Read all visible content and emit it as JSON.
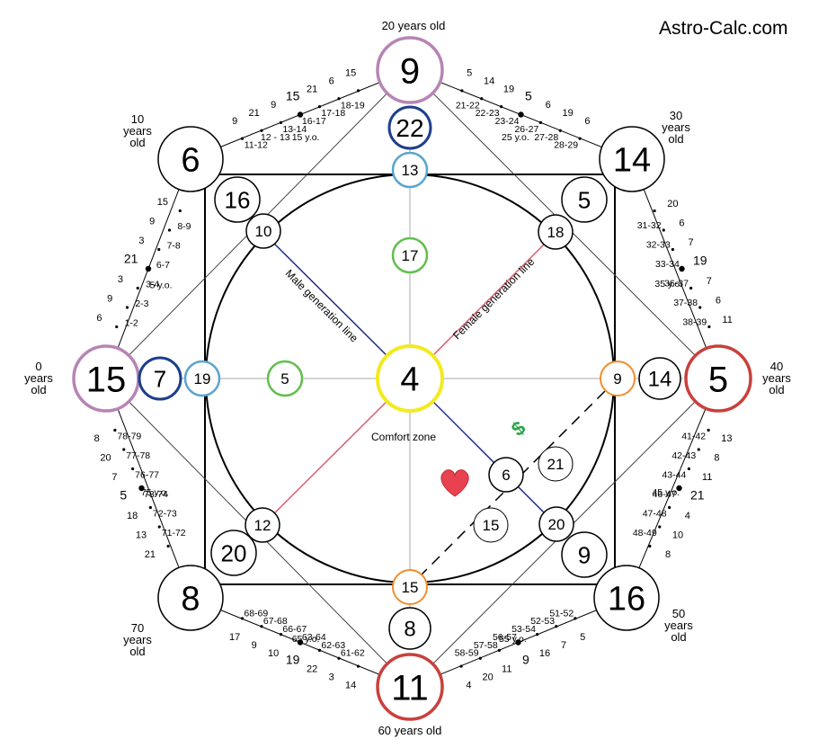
{
  "brand": "Astro-Calc.com",
  "ages": {
    "top": "20 years old",
    "bottom": "60 years old",
    "left": [
      "0",
      "years",
      "old"
    ],
    "right": [
      "40",
      "years",
      "old"
    ],
    "top_left": [
      "10",
      "years",
      "old"
    ],
    "top_right": [
      "30",
      "years",
      "old"
    ],
    "bottom_left": [
      "70",
      "years",
      "old"
    ],
    "bottom_right": [
      "50",
      "years",
      "old"
    ]
  },
  "line_labels": {
    "male": "Male generation line",
    "female": "Female generation line",
    "comfort": "Comfort zone"
  },
  "nodes": [
    {
      "id": "top",
      "value": "9",
      "ring": "#b784b4"
    },
    {
      "id": "left",
      "value": "15",
      "ring": "#b784b4"
    },
    {
      "id": "right",
      "value": "5",
      "ring": "#c9403c"
    },
    {
      "id": "bottom",
      "value": "11",
      "ring": "#c9403c"
    },
    {
      "id": "top-left",
      "value": "6",
      "ring": "#000000"
    },
    {
      "id": "top-right",
      "value": "14",
      "ring": "#000000"
    },
    {
      "id": "bottom-left",
      "value": "8",
      "ring": "#000000"
    },
    {
      "id": "bottom-right",
      "value": "16",
      "ring": "#000000"
    },
    {
      "id": "center",
      "value": "4",
      "ring": "#f2ea1e"
    },
    {
      "id": "top-inner-1",
      "value": "22",
      "ring": "#1e3f8c"
    },
    {
      "id": "top-inner-2",
      "value": "13",
      "ring": "#5aa5cf"
    },
    {
      "id": "top-inner-3",
      "value": "17",
      "ring": "#61bf4c"
    },
    {
      "id": "left-inner-1",
      "value": "7",
      "ring": "#1e3f8c"
    },
    {
      "id": "left-inner-2",
      "value": "19",
      "ring": "#5aa5cf"
    },
    {
      "id": "left-inner-3",
      "value": "5",
      "ring": "#61bf4c"
    },
    {
      "id": "right-inner-1",
      "value": "14",
      "ring": "#000000"
    },
    {
      "id": "right-inner-2",
      "value": "9",
      "ring": "#ef8f2c"
    },
    {
      "id": "bottom-inner-1",
      "value": "8",
      "ring": "#000000"
    },
    {
      "id": "bottom-inner-2",
      "value": "15",
      "ring": "#ef8f2c"
    },
    {
      "id": "square-tl",
      "value": "16",
      "ring": "#000000"
    },
    {
      "id": "square-tr",
      "value": "5",
      "ring": "#000000"
    },
    {
      "id": "square-bl",
      "value": "20",
      "ring": "#000000"
    },
    {
      "id": "square-br",
      "value": "9",
      "ring": "#000000"
    },
    {
      "id": "diag-tl",
      "value": "10",
      "ring": "#000000"
    },
    {
      "id": "diag-tr",
      "value": "18",
      "ring": "#000000"
    },
    {
      "id": "diag-bl",
      "value": "12",
      "ring": "#000000"
    },
    {
      "id": "diag-br",
      "value": "20",
      "ring": "#000000"
    },
    {
      "id": "money",
      "value": "6",
      "ring": "#000000"
    },
    {
      "id": "money-extra-1",
      "value": "21",
      "ring": "#000000"
    },
    {
      "id": "money-extra-2",
      "value": "15",
      "ring": "#000000"
    }
  ],
  "edges": {
    "top_left": {
      "major": [
        "15 y.o.",
        "5 y.o."
      ],
      "ranges": [
        "11-12",
        "12 - 13",
        "13-14",
        "16-17",
        "17-18",
        "18-19"
      ],
      "numbers": [
        "9",
        "21",
        "9",
        "15",
        "21",
        "6",
        "15"
      ],
      "left_ranges": [
        "8-9",
        "7-8",
        "6-7",
        "3-4",
        "2-3",
        "1-2"
      ],
      "left_numbers": [
        "15",
        "9",
        "3",
        "21",
        "3",
        "9",
        "6"
      ]
    },
    "top_right": {
      "major": [
        "25 y.o.",
        "35 y.o."
      ],
      "ranges": [
        "21-22",
        "22-23",
        "23-24",
        "26-27",
        "27-28",
        "28-29"
      ],
      "numbers": [
        "5",
        "14",
        "19",
        "5",
        "6",
        "19",
        "6"
      ],
      "right_ranges": [
        "31-32",
        "32-33",
        "33-34",
        "36-37",
        "37-38",
        "38-39"
      ],
      "right_numbers": [
        "20",
        "6",
        "7",
        "19",
        "7",
        "6",
        "11"
      ]
    },
    "bottom_right": {
      "major": [
        "45 y.o.",
        "55 y.o."
      ],
      "ranges": [
        "41-42",
        "42-43",
        "43-44",
        "46-47",
        "47-48",
        "48-49"
      ],
      "numbers": [
        "13",
        "8",
        "11",
        "21",
        "4",
        "10",
        "8"
      ],
      "bottom_ranges": [
        "51-52",
        "52-53",
        "53-54",
        "56-57",
        "57-58",
        "58-59"
      ],
      "bottom_numbers": [
        "5",
        "7",
        "16",
        "9",
        "11",
        "20",
        "4"
      ]
    },
    "bottom_left": {
      "major": [
        "65 y.o.",
        "75 y.o."
      ],
      "ranges": [
        "61-62",
        "62-63",
        "63-64",
        "66-67",
        "67-68",
        "68-69"
      ],
      "numbers": [
        "14",
        "3",
        "22",
        "19",
        "10",
        "9",
        "17"
      ],
      "left_ranges": [
        "71-72",
        "72-73",
        "73-74",
        "76-77",
        "77-78",
        "78-79"
      ],
      "left_numbers": [
        "21",
        "13",
        "18",
        "5",
        "7",
        "20",
        "8"
      ]
    }
  },
  "symbols": {
    "money": "$",
    "heart": "heart"
  }
}
